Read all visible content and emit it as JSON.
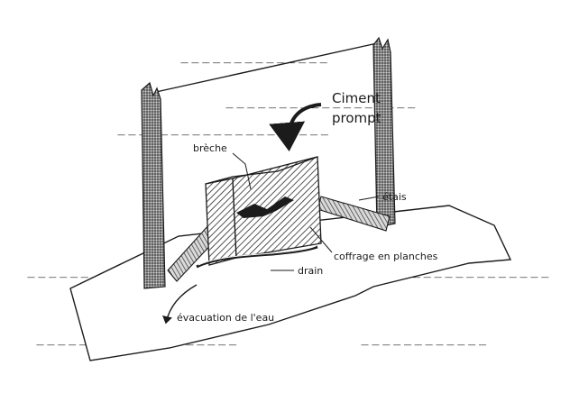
{
  "figure": {
    "labels": {
      "ciment_line1": "Ciment",
      "ciment_line2": "prompt",
      "breche": "brèche",
      "etais": "étais",
      "coffrage": "coffrage en planches",
      "drain": "drain",
      "evacuation": "évacuation de l'eau"
    },
    "colors": {
      "ink": "#1b1b1b",
      "paper": "#ffffff",
      "hatch_light": "#bdbdbd",
      "bleed_text": "#c9c9c9"
    },
    "bleed_through_lines": [
      "— — — — — — — — — — — — — —",
      "— — — — — — — — — — — — — — — — — —",
      "— — — — — — — — — — — — — — — — — — — —",
      "— — — — — — — — — — —",
      "— — — — — — — — — — — — — — — — —",
      "— — — — — — — — — — — — — — — — — — —",
      "— — — — — — — — — — — —"
    ]
  }
}
